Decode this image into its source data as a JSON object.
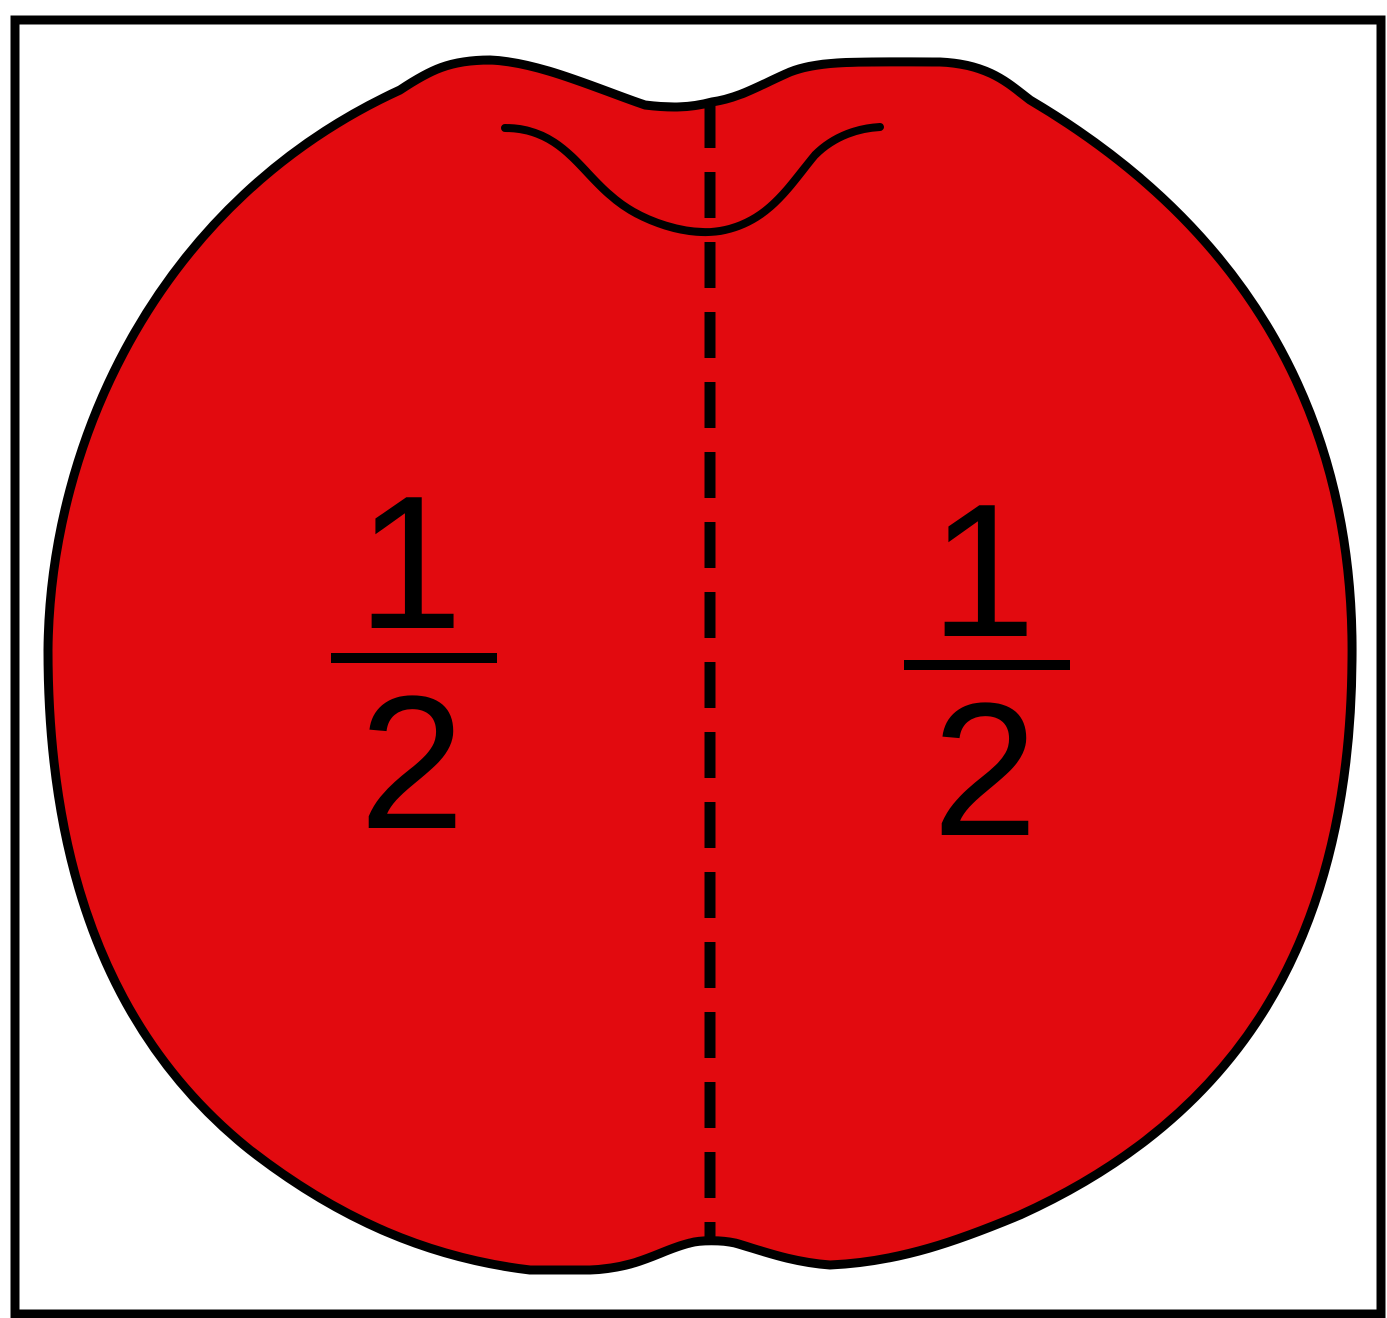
{
  "colors": {
    "fill": "#e20a0f",
    "outline": "#000000",
    "background": "#ffffff"
  },
  "halves": {
    "left": {
      "numerator": "1",
      "denominator": "2"
    },
    "right": {
      "numerator": "1",
      "denominator": "2"
    }
  }
}
